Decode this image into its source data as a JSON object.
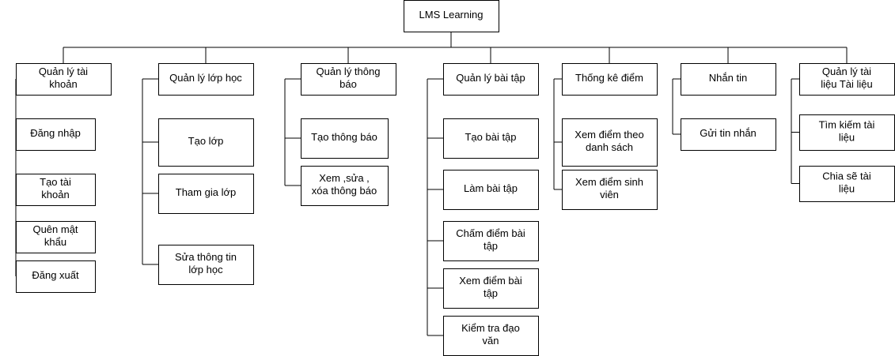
{
  "diagram": {
    "root": "LMS Learning",
    "groups": [
      {
        "label": "Quản lý tài khoản",
        "children": [
          "Đăng nhập",
          "Tạo tài khoản",
          "Quên mật khẩu",
          "Đăng xuất"
        ]
      },
      {
        "label": "Quản lý lớp học",
        "children": [
          "Tạo lớp",
          "Tham gia lớp",
          "Sửa thông tin lớp học"
        ]
      },
      {
        "label": "Quản lý thông báo",
        "children": [
          "Tạo thông báo",
          "Xem ,sửa , xóa thông báo"
        ]
      },
      {
        "label": "Quản lý bài tập",
        "children": [
          "Tạo bài tập",
          "Làm bài tập",
          "Chấm điểm bài tập",
          "Xem điểm bài tập",
          "Kiểm tra đạo văn"
        ]
      },
      {
        "label": "Thống kê điểm",
        "children": [
          "Xem điểm theo danh sách",
          "Xem điểm sinh viên"
        ]
      },
      {
        "label": "Nhắn tin",
        "children": [
          "Gửi tin nhắn"
        ]
      },
      {
        "label": "Quản lý tài liệu Tài liệu",
        "children": [
          "Tìm kiếm tài liệu",
          "Chia sẽ tài liệu"
        ]
      }
    ]
  }
}
